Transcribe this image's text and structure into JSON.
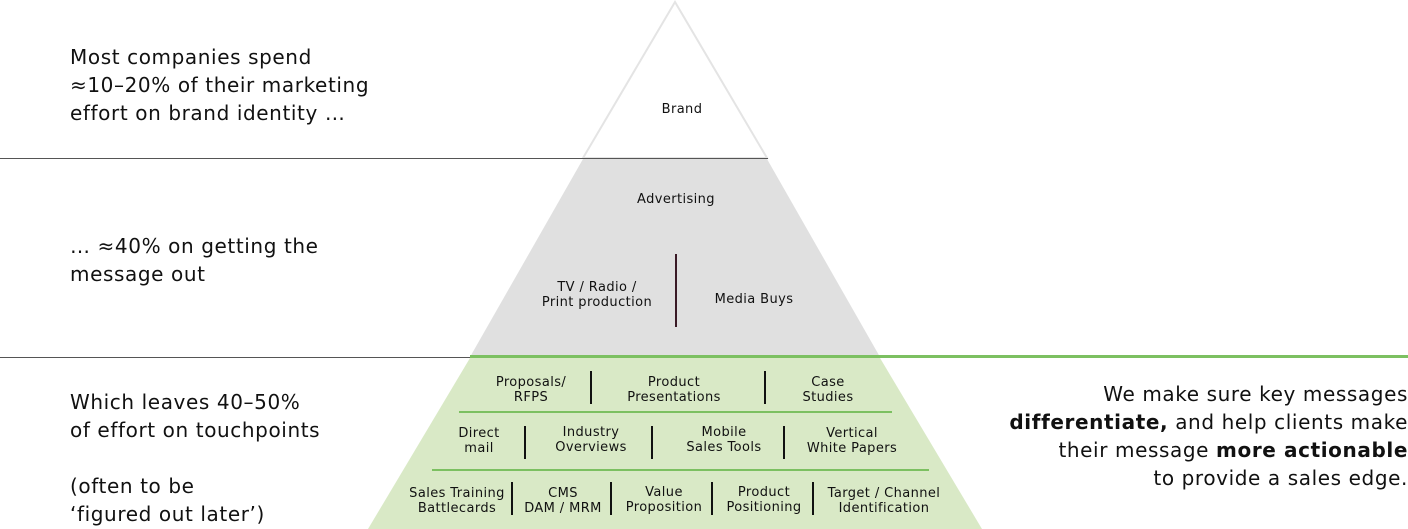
{
  "captions": {
    "brand": [
      "Most companies spend",
      "≈10–20% of their marketing",
      "effort on brand identity …"
    ],
    "message": [
      "… ≈40% on getting the",
      "message out"
    ],
    "touchpoints": [
      "Which leaves 40–50%",
      "of effort on touchpoints"
    ],
    "touchpoints_note": [
      "(often to be",
      "‘figured out later’)"
    ]
  },
  "pyramid": {
    "brand": "Brand",
    "advertising": {
      "title": "Advertising",
      "production": [
        "TV / Radio /",
        "Print production"
      ],
      "media": "Media Buys"
    },
    "touchpoints": {
      "row1": [
        [
          "Proposals/",
          "RFPS"
        ],
        [
          "Product",
          "Presentations"
        ],
        [
          "Case",
          "Studies"
        ]
      ],
      "row2": [
        [
          "Direct",
          "mail"
        ],
        [
          "Industry",
          "Overviews"
        ],
        [
          "Mobile",
          "Sales Tools"
        ],
        [
          "Vertical",
          "White Papers"
        ]
      ],
      "row3": [
        [
          "Sales Training",
          "Battlecards"
        ],
        [
          "CMS",
          "DAM / MRM"
        ],
        [
          "Value",
          "Proposition"
        ],
        [
          "Product",
          "Positioning"
        ],
        [
          "Target / Channel",
          "Identification"
        ]
      ]
    }
  },
  "value_prop": {
    "l1": "We make sure key messages",
    "l2_bold": "differentiate,",
    "l2_rest": " and help clients make",
    "l3_pre": "their message ",
    "l3_bold": "more actionable",
    "l4": "to provide a sales edge."
  },
  "colors": {
    "brand_fill": "#ffffff",
    "advertising_fill": "#e0e0e0",
    "touchpoint_fill": "#d9e9c6",
    "accent_green": "#7cc061"
  }
}
